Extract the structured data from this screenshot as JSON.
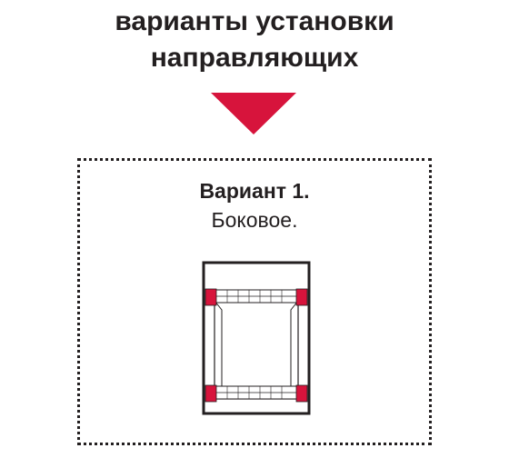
{
  "heading": {
    "line1": "варианты установки",
    "line2": "направляющих"
  },
  "variant": {
    "title": "Вариант 1.",
    "subtitle": "Боковое."
  },
  "colors": {
    "accent": "#d7143c",
    "ink": "#231f20"
  },
  "icons": {
    "arrow": "down-triangle-icon",
    "diagram": "drawer-guides-side-mount"
  }
}
